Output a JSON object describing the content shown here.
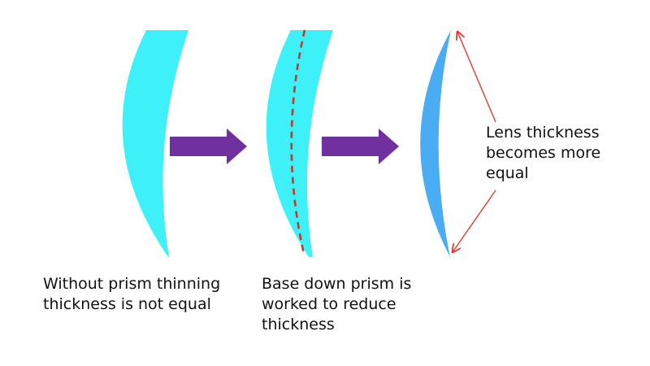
{
  "colors": {
    "lens_thick": "#3ef0f7",
    "lens_thin": "#4aacf3",
    "arrow": "#7030a0",
    "dash_line": "#c0392b",
    "annotation_line": "#e03a2f"
  },
  "captions": {
    "without_prism": [
      "Without prism thinning",
      "thickness is not equal"
    ],
    "base_down": [
      "Base down prism is",
      "worked to reduce",
      "thickness"
    ],
    "result": [
      "Lens thickness",
      "becomes more",
      "equal"
    ]
  }
}
